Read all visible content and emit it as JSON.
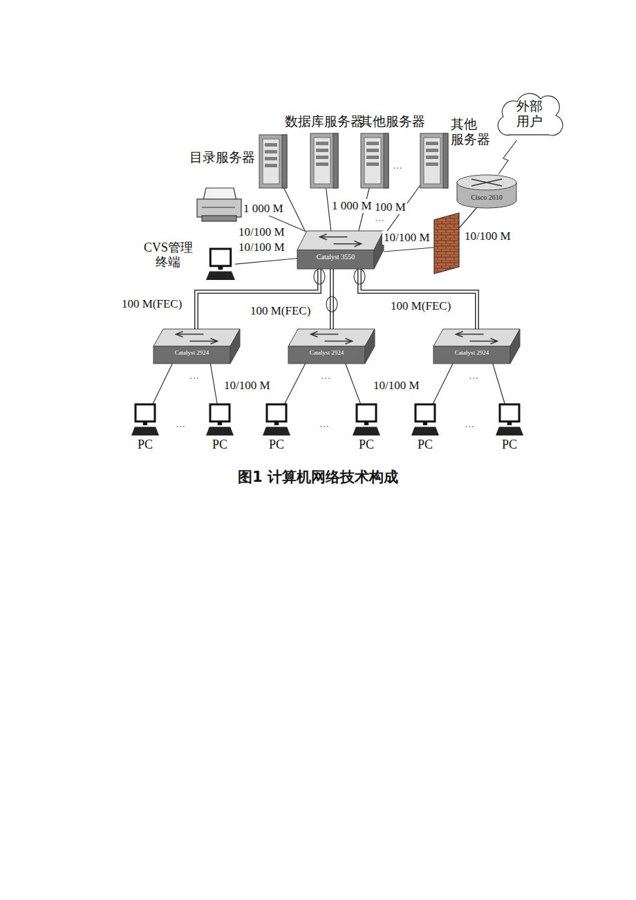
{
  "diagram": {
    "caption": "图1 计算机网络技术构成",
    "nodes": [
      {
        "text": [
          "数据库服务器"
        ]
      },
      {
        "text": [
          "其他服务器"
        ]
      },
      {
        "text": [
          "其他 服务器"
        ]
      },
      {
        "text": [
          "外部 用户"
        ]
      },
      {
        "text": [
          "目录服务器"
        ]
      },
      {
        "text": [
          "Cisco 2610"
        ]
      },
      {
        "text": [
          "CVS管理 终端"
        ]
      },
      {
        "text": [
          "Catalyst 3550"
        ]
      },
      {
        "text": [
          "Catalyst 2924"
        ]
      },
      {
        "text": [
          "Catalyst 2924"
        ]
      },
      {
        "text": [
          "Catalyst 2924"
        ]
      },
      {
        "text": [
          "PC"
        ]
      },
      {
        "text": [
          "PC"
        ]
      },
      {
        "text": [
          "PC"
        ]
      },
      {
        "text": [
          "PC"
        ]
      },
      {
        "text": [
          "PC"
        ]
      },
      {
        "text": [
          "PC"
        ]
      }
    ],
    "edges": [
      {
        "from": 0,
        "to": 7,
        "label": "1 000 M",
        "arrow": "none"
      },
      {
        "from": 1,
        "to": 7,
        "label": "100 M",
        "arrow": "none"
      },
      {
        "from": 2,
        "to": 7,
        "arrow": "none"
      },
      {
        "from": 5,
        "to": 3,
        "arrow": "none"
      },
      {
        "from": 4,
        "to": 7,
        "label": "1 000 M",
        "arrow": "none"
      },
      {
        "from": 6,
        "to": 7,
        "label": "10/100 M",
        "arrow": "none"
      },
      {
        "from": 7,
        "to": 8,
        "label": "100 M(FEC)",
        "arrow": "none"
      },
      {
        "from": 7,
        "to": 9,
        "label": "100 M(FEC)",
        "arrow": "none"
      },
      {
        "from": 7,
        "to": 10,
        "label": "100 M(FEC)",
        "arrow": "none"
      },
      {
        "from": 8,
        "to": 11,
        "arrow": "none"
      },
      {
        "from": 8,
        "to": 12,
        "label": "10/100 M",
        "arrow": "none"
      },
      {
        "from": 9,
        "to": 13,
        "arrow": "none"
      },
      {
        "from": 9,
        "to": 14,
        "label": "10/100 M",
        "arrow": "none"
      },
      {
        "from": 10,
        "to": 15,
        "arrow": "none"
      },
      {
        "from": 10,
        "to": 16,
        "arrow": "none"
      }
    ],
    "labels": [
      "10/100 M",
      "10/100 M",
      "10/100 M",
      "…",
      "…",
      "…",
      "…",
      "…",
      "…",
      "…",
      "…"
    ]
  }
}
